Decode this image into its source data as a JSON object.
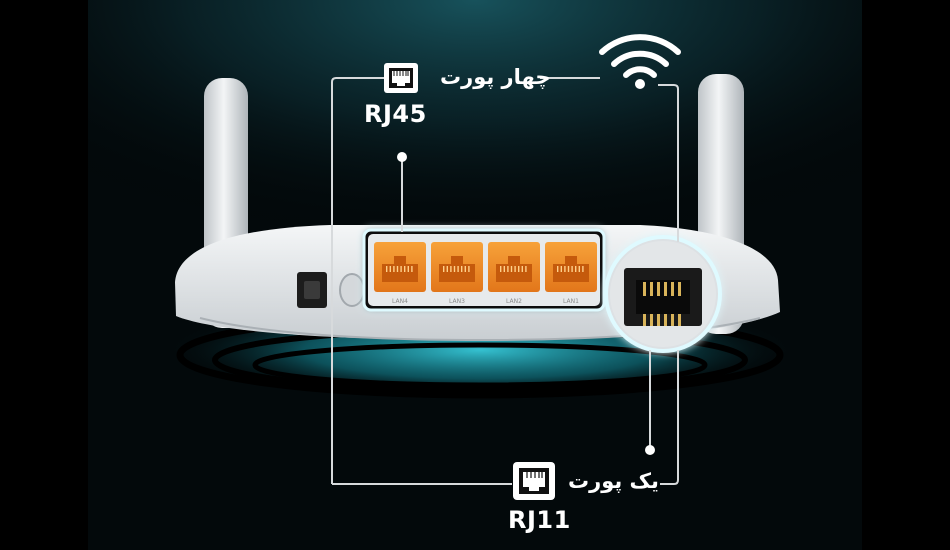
{
  "callouts": {
    "top": {
      "persian_label": "چهار پورت",
      "code": "RJ45",
      "icon": "ethernet-port-icon"
    },
    "bottom": {
      "persian_label": "یک پورت",
      "code": "RJ11",
      "icon": "phone-port-icon"
    }
  },
  "router": {
    "lan_ports": [
      "LAN4",
      "LAN3",
      "LAN2",
      "LAN1"
    ],
    "wifi_icon": "wifi-icon"
  },
  "colors": {
    "background": "#000000",
    "frame": "#ffffff",
    "port_orange": "#f08a1c",
    "glow_teal": "#1fa3b5",
    "router_body": "#e9ecee"
  }
}
